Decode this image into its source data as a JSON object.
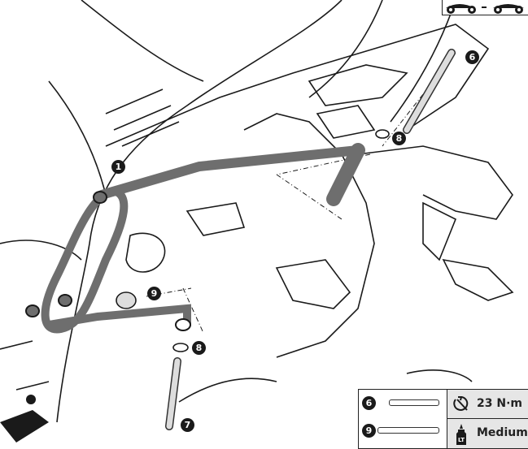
{
  "callouts": {
    "c1": "1",
    "c6": "6",
    "c7": "7",
    "c8a": "8",
    "c8b": "8",
    "c9": "9"
  },
  "spec_table": {
    "rows": [
      {
        "part": "6",
        "icon": "torque-wrench-icon",
        "value": "23 N·m"
      },
      {
        "part": "9",
        "icon": "threadlocker-bottle-icon",
        "value": "Medium"
      }
    ],
    "bottle_label": "LT"
  },
  "direction_icon": "motorcycle-left-right-icon",
  "colors": {
    "rack": "#6e6e6e",
    "outline": "#1a1a1a"
  }
}
